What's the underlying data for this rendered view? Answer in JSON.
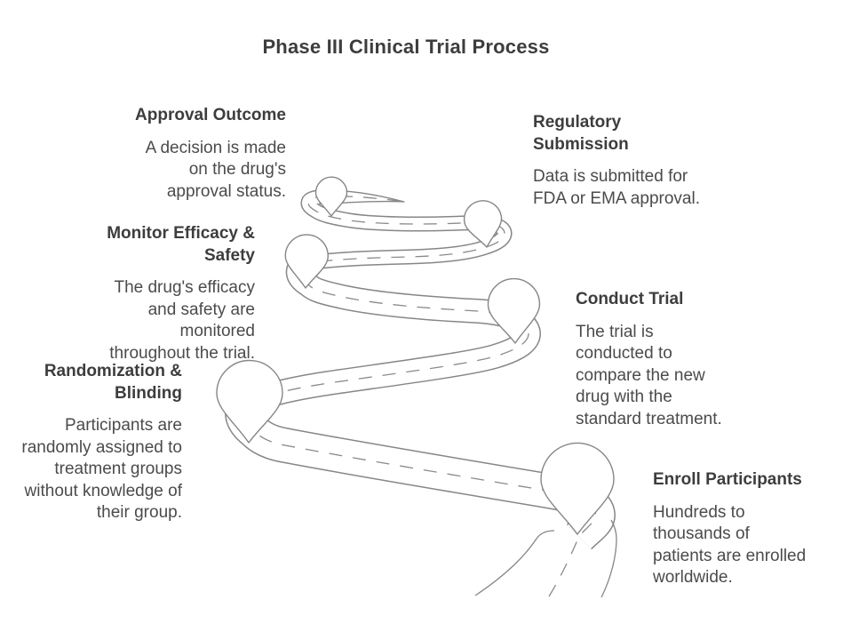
{
  "title": "Phase III Clinical Trial Process",
  "colors": {
    "line_gray": "#868686",
    "heading_text": "#3d3d3d",
    "body_text": "#4b4b4b",
    "background": "#ffffff"
  },
  "icons": {
    "map_pin": "teardrop outline map pin marking each process step on the winding road"
  },
  "steps": [
    {
      "id": "enroll-participants",
      "title": "Enroll Participants",
      "description": "Hundreds to\nthousands of\npatients are enrolled\nworldwide.",
      "side": "right"
    },
    {
      "id": "randomization-blinding",
      "title": "Randomization &\nBlinding",
      "description": "Participants are\nrandomly assigned to\ntreatment groups\nwithout knowledge of\ntheir group.",
      "side": "left"
    },
    {
      "id": "conduct-trial",
      "title": "Conduct Trial",
      "description": "The trial is\nconducted to\ncompare the new\ndrug with the\nstandard treatment.",
      "side": "right"
    },
    {
      "id": "monitor-efficacy-safety",
      "title": "Monitor Efficacy &\nSafety",
      "description": "The drug's efficacy\nand safety are\nmonitored\nthroughout the trial.",
      "side": "left"
    },
    {
      "id": "regulatory-submission",
      "title": "Regulatory\nSubmission",
      "description": "Data is submitted for\nFDA or EMA approval.",
      "side": "right"
    },
    {
      "id": "approval-outcome",
      "title": "Approval Outcome",
      "description": "A decision is made\non the drug's\napproval status.",
      "side": "left"
    }
  ]
}
